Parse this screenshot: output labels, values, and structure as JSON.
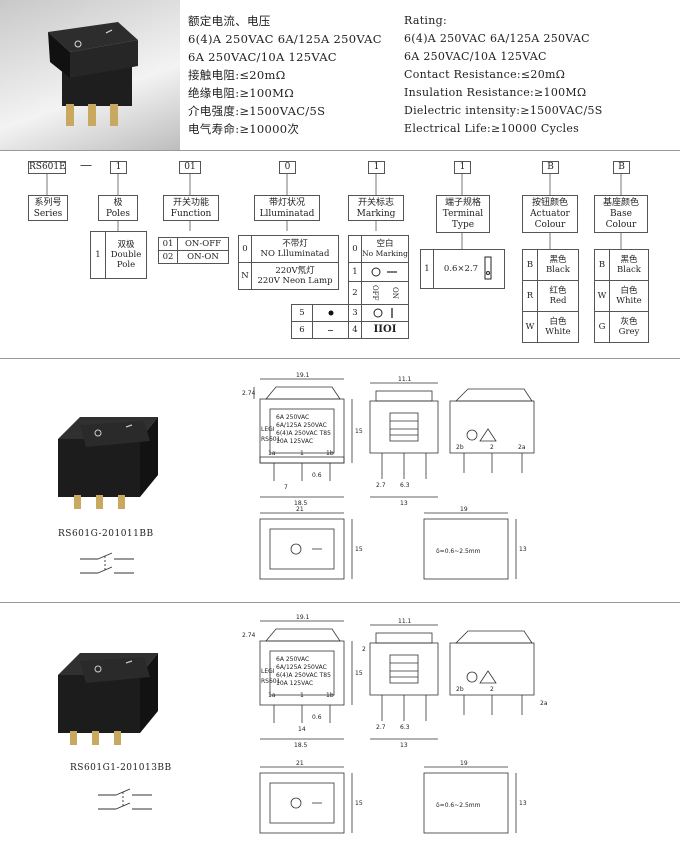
{
  "spec_cn": {
    "l1": "额定电流、电压",
    "l2": "6(4)A 250VAC  6A/125A 250VAC",
    "l3": "6A  250VAC/10A 125VAC",
    "l4": "接触电阻:≤20mΩ",
    "l5": "绝缘电阻:≥100MΩ",
    "l6": "介电强度:≥1500VAC/5S",
    "l7": "电气寿命:≥10000次"
  },
  "spec_en": {
    "l1": "Rating:",
    "l2": "6(4)A 250VAC  6A/125A 250VAC",
    "l3": "6A  250VAC/10A 125VAC",
    "l4": "Contact  Resistance:≤20mΩ",
    "l5": "Insulation  Resistance:≥100MΩ",
    "l6": "Dielectric intensity:≥1500VAC/5S",
    "l7": "Electrical Life:≥10000 Cycles"
  },
  "code": {
    "prefix": "RS601E",
    "dash": "—",
    "c1": "1",
    "c2": "01",
    "c3": "0",
    "c4": "1",
    "c5": "1",
    "c6": "B",
    "c7": "B"
  },
  "headers": {
    "series": [
      "系列号",
      "Series"
    ],
    "poles": [
      "极",
      "Poles"
    ],
    "function": [
      "开关功能",
      "Function"
    ],
    "lumin": [
      "带灯状况",
      "Llluminatad"
    ],
    "marking": [
      "开关标志",
      "Marking"
    ],
    "terminal": [
      "端子规格",
      "Terminal",
      "Type"
    ],
    "actuator": [
      "按钮颜色",
      "Actuator",
      "Colour"
    ],
    "base": [
      "基座颜色",
      "Base",
      "Colour"
    ]
  },
  "poles_opt": {
    "num": "1",
    "cn": "双极",
    "en1": "Double",
    "en2": "Pole"
  },
  "function_opts": [
    {
      "code": "01",
      "label": "ON-OFF"
    },
    {
      "code": "02",
      "label": "ON-ON"
    }
  ],
  "lumin_opts": [
    {
      "code": "0",
      "cn": "不带灯",
      "en": "NO Llluminatad"
    },
    {
      "code": "N",
      "cn": "220V氖灯",
      "en": "220V Neon Lamp"
    }
  ],
  "marking": {
    "r0_code": "0",
    "r0_cn": "空白",
    "r0_en": "No Marking",
    "r1_code": "1",
    "r2_code": "2",
    "r3_code": "3",
    "r4_code": "4",
    "r5_code": "5",
    "r6_code": "6",
    "r2_off": "OFF",
    "r2_on": "ON",
    "r4_sym": "IIOI"
  },
  "terminal_opt": {
    "num": "1",
    "label": "0.6×2.7"
  },
  "actuator_opts": [
    {
      "code": "B",
      "cn": "黑色",
      "en": "Black"
    },
    {
      "code": "R",
      "cn": "红色",
      "en": "Red"
    },
    {
      "code": "W",
      "cn": "白色",
      "en": "White"
    }
  ],
  "base_opts": [
    {
      "code": "B",
      "cn": "黑色",
      "en": "Black"
    },
    {
      "code": "W",
      "cn": "白色",
      "en": "White"
    },
    {
      "code": "G",
      "cn": "灰色",
      "en": "Grey"
    }
  ],
  "model1": {
    "caption": "RS601G-201011BB",
    "dims": {
      "w": "19.1",
      "h": "15",
      "h2": "2.74",
      "p1": "0.6",
      "p2": "7",
      "p3": "18.5",
      "sw": "11.1",
      "s1": "2.7",
      "s2": "6.3",
      "s3": "13",
      "c1": "21",
      "c2": "15",
      "pw": "19",
      "ph": "13",
      "delta": "δ=0.6~2.5mm"
    },
    "body_lines": [
      "6A 250VAC",
      "6A/125A 250VAC",
      "6(4)A 250VAC T85",
      "10A 125VAC"
    ],
    "left_label": "LEGI",
    "brand": "RS601",
    "pins": [
      "1a",
      "1",
      "1b"
    ],
    "pins_r": [
      "2b",
      "2",
      "2a"
    ]
  },
  "model2": {
    "caption": "RS601G1-201013BB",
    "dims": {
      "w": "19.1",
      "h": "15",
      "h2": "2.74",
      "p1": "0.6",
      "p2": "14",
      "p3": "18.5",
      "sw": "11.1",
      "s1": "2.7",
      "s2": "6.3",
      "s3": "13",
      "c1": "21",
      "c2": "15",
      "pw": "19",
      "ph": "13",
      "delta": "δ=0.6~2.5mm",
      "side_h": "2"
    },
    "body_lines": [
      "6A 250VAC",
      "6A/125A 250VAC",
      "6(4)A 250VAC T85",
      "10A 125VAC"
    ],
    "left_label": "LEGI",
    "brand": "RS601",
    "pins": [
      "1a",
      "1",
      "1b"
    ],
    "pins_r": [
      "2b",
      "2",
      "2a"
    ]
  }
}
